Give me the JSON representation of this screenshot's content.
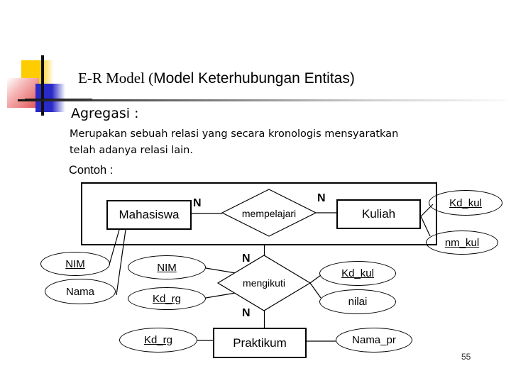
{
  "slide": {
    "title": {
      "prefix": "E-R Model (",
      "main": "Model Keterhubungan Entitas)"
    },
    "heading": "Agregasi :",
    "body_line1": "Merupakan sebuah relasi yang secara kronologis mensyaratkan",
    "body_line2": "telah adanya relasi lain.",
    "example_label": "Contoh :",
    "page_number": "55"
  },
  "colors": {
    "logo_yellow": "#ffcc00",
    "logo_blue": "#2a2ac8",
    "logo_red": "#e05050",
    "line_color": "#000000",
    "background": "#ffffff"
  },
  "diagram": {
    "entities": [
      {
        "label": "Mahasiswa"
      },
      {
        "label": "Kuliah"
      },
      {
        "label": "Praktikum"
      }
    ],
    "relations": [
      {
        "label": "mempelajari"
      },
      {
        "label": "mengikuti"
      }
    ],
    "cardinalities": [
      {
        "label": "N"
      },
      {
        "label": "N"
      },
      {
        "label": "N"
      },
      {
        "label": "N"
      }
    ],
    "attributes": [
      {
        "label": "NIM",
        "key": true
      },
      {
        "label": "Nama",
        "key": false
      },
      {
        "label": "NIM",
        "key": true
      },
      {
        "label": "Kd_rg",
        "key": true
      },
      {
        "label": "Kd_kul",
        "key": true
      },
      {
        "label": "nm_kul",
        "key": true
      },
      {
        "label": "Kd_kul",
        "key": true
      },
      {
        "label": "nilai",
        "key": false
      },
      {
        "label": "Kd_rg",
        "key": true
      },
      {
        "label": "Nama_pr",
        "key": false
      }
    ]
  }
}
